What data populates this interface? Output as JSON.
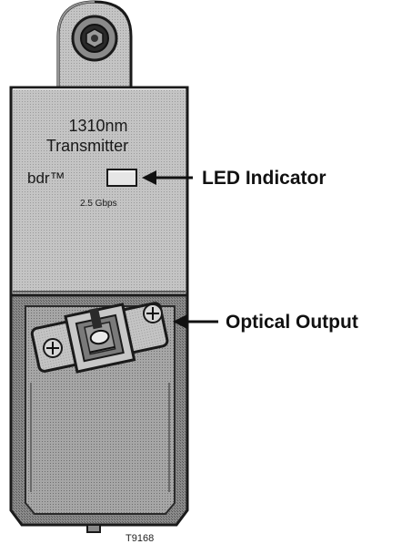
{
  "module": {
    "wavelength_label": "1310nm",
    "type_label": "Transmitter",
    "brand_label": "bdr™",
    "rate_label": "2.5 Gbps"
  },
  "callouts": {
    "led": "LED Indicator",
    "optical": "Optical Output"
  },
  "figure_id": "T9168",
  "colors": {
    "body": "#bdbdbd",
    "lower_panel": "#8c8c8c",
    "outline": "#1a1a1a",
    "background": "#ffffff"
  }
}
